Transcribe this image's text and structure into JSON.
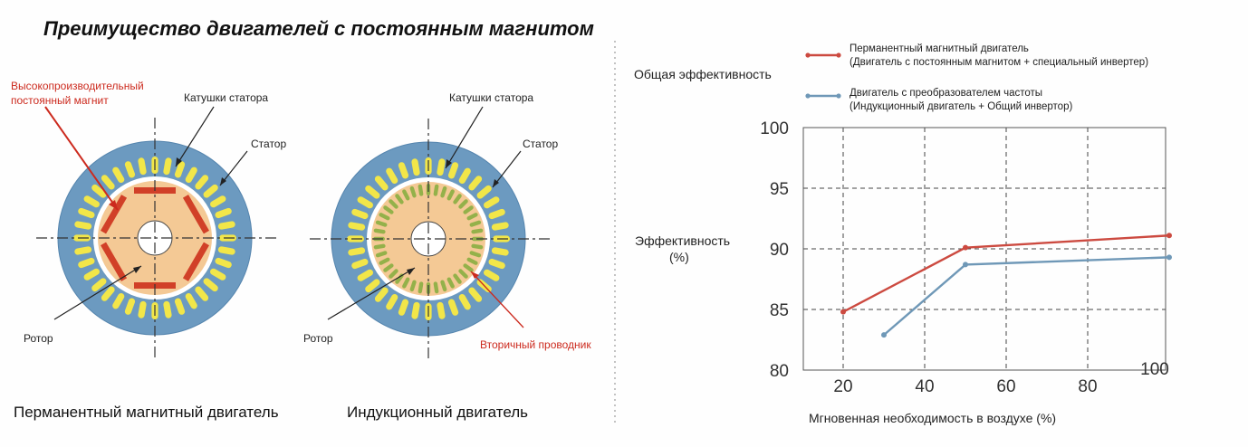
{
  "title": "Преимущество двигателей с постоянным магнитом",
  "colors": {
    "stator": "#6c9ac0",
    "stator_edge": "#5585ae",
    "coil": "#f2e649",
    "rotor": "#f4c995",
    "magnet": "#d14028",
    "conductor": "#94b14a",
    "series_pm": "#cc4a40",
    "series_ind": "#6f98b7",
    "annotation_red": "#cc2a1e"
  },
  "left_motor": {
    "caption": "Перманентный магнитный двигатель",
    "label_magnet_line1": "Высокопроизводительный",
    "label_magnet_line2": "постоянный магнит",
    "label_coils": "Катушки статора",
    "label_stator": "Статор",
    "label_rotor": "Ротор"
  },
  "right_motor": {
    "caption": "Индукционный двигатель",
    "label_coils": "Катушки статора",
    "label_stator": "Статор",
    "label_rotor": "Ротор",
    "label_conductor": "Вторичный проводник"
  },
  "chart_data": {
    "type": "line",
    "title": "Общая эффективность",
    "xlabel": "Мгновенная необходимость в воздухе (%)",
    "ylabel_line1": "Эффективность",
    "ylabel_line2": "(%)",
    "xlim": [
      20,
      100
    ],
    "ylim": [
      80,
      100
    ],
    "x_ticks": [
      "20",
      "40",
      "60",
      "80",
      "100"
    ],
    "x_tick_values": [
      20,
      40,
      60,
      80,
      100
    ],
    "y_ticks": [
      "80",
      "85",
      "90",
      "95",
      "100"
    ],
    "y_tick_values": [
      80,
      85,
      90,
      95,
      100
    ],
    "x_grid": [
      40,
      60,
      80
    ],
    "y_grid": [
      85,
      90,
      95
    ],
    "series": [
      {
        "name_line1": "Перманентный магнитный двигатель",
        "name_line2": "(Двигатель с постоянным магнитом + специальный инвертер)",
        "color": "#cc4a40",
        "x": [
          20,
          50,
          100
        ],
        "y": [
          84.8,
          90.1,
          91.1
        ]
      },
      {
        "name_line1": "Двигатель с преобразователем частоты",
        "name_line2": "(Индукционный двигатель + Общий инвертор)",
        "color": "#6f98b7",
        "x": [
          30,
          50,
          100
        ],
        "y": [
          82.9,
          88.7,
          89.3
        ]
      }
    ]
  }
}
